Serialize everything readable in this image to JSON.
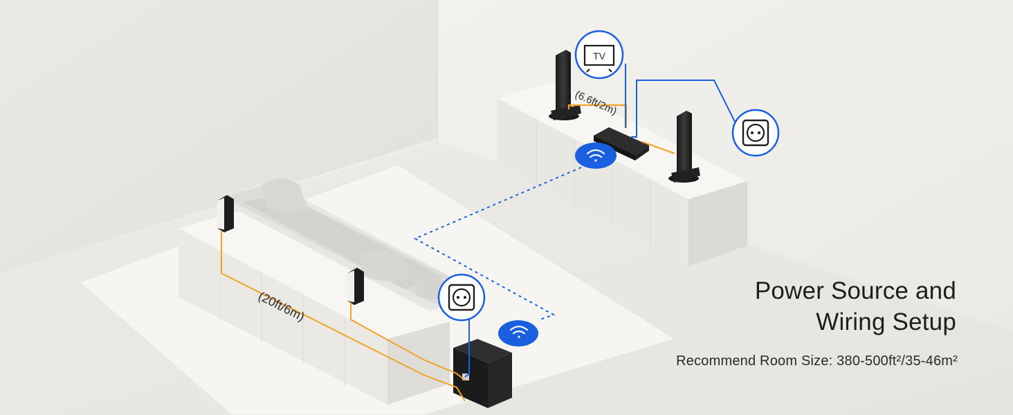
{
  "heading": {
    "line1": "Power Source and",
    "line2": "Wiring Setup"
  },
  "room_size": "Recommend Room Size: 380-500ft²/35-46m²",
  "labels": {
    "tv_icon_text": "TV",
    "front_cable_length": "(6.6ft/2m)",
    "rear_cable_length": "(20ft/6m)"
  },
  "colors": {
    "accent_blue": "#1a5fe0",
    "cable_orange": "#f3a22d",
    "background": "#efede9"
  },
  "icons": [
    "tv-icon",
    "power-outlet-icon",
    "wireless-signal-icon"
  ]
}
